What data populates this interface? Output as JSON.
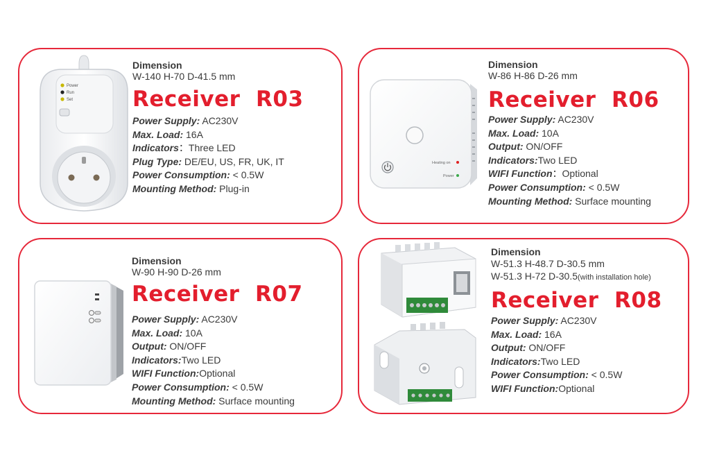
{
  "cards": [
    {
      "dimension_label": "Dimension",
      "dimension_lines": [
        "W-140 H-70 D-41.5 mm"
      ],
      "title": "Receiver  R03",
      "specs": [
        {
          "k": "Power Supply:",
          "v": " AC230V"
        },
        {
          "k": "Max. Load:",
          "v": " 16A"
        },
        {
          "k": "Indicators",
          "v": "：Three LED"
        },
        {
          "k": "Plug Type:",
          "v": " DE/EU, US, FR, UK, IT"
        },
        {
          "k": "Power Consumption:",
          "v": " < 0.5W"
        },
        {
          "k": "Mounting Method:",
          "v": " Plug-in"
        }
      ],
      "led_labels": [
        "Power",
        "Run",
        "Set"
      ]
    },
    {
      "dimension_label": "Dimension",
      "dimension_lines": [
        "W-86 H-86 D-26 mm"
      ],
      "title": "Receiver  R06",
      "specs": [
        {
          "k": "Power Supply:",
          "v": " AC230V"
        },
        {
          "k": "Max. Load:",
          "v": " 10A"
        },
        {
          "k": "Output:",
          "v": " ON/OFF"
        },
        {
          "k": "Indicators:",
          "v": "Two LED"
        },
        {
          "k": "WIFI Function",
          "v": "：Optional"
        },
        {
          "k": "Power Consumption:",
          "v": " < 0.5W"
        },
        {
          "k": "Mounting Method:",
          "v": " Surface mounting"
        }
      ],
      "led_labels": [
        "Heating on",
        "Power"
      ]
    },
    {
      "dimension_label": "Dimension",
      "dimension_lines": [
        "W-90 H-90 D-26 mm"
      ],
      "title": "Receiver  R07",
      "specs": [
        {
          "k": "Power Supply:",
          "v": " AC230V"
        },
        {
          "k": "Max. Load:",
          "v": " 10A"
        },
        {
          "k": "Output:",
          "v": " ON/OFF"
        },
        {
          "k": "Indicators:",
          "v": "Two LED"
        },
        {
          "k": "WIFI Function:",
          "v": "Optional"
        },
        {
          "k": "Power Consumption:",
          "v": " < 0.5W"
        },
        {
          "k": "Mounting Method:",
          "v": " Surface mounting"
        }
      ]
    },
    {
      "dimension_label": "Dimension",
      "dimension_lines": [
        "W-51.3 H-48.7 D-30.5 mm",
        "W-51.3 H-72 D-30.5"
      ],
      "dimension_note": "(with installation hole)",
      "title": "Receiver  R08",
      "specs": [
        {
          "k": "Power Supply:",
          "v": " AC230V"
        },
        {
          "k": "Max. Load:",
          "v": " 16A"
        },
        {
          "k": "Output:",
          "v": " ON/OFF"
        },
        {
          "k": "Indicators:",
          "v": "Two LED"
        },
        {
          "k": "Power Consumption:",
          "v": " < 0.5W"
        },
        {
          "k": "WIFI Function:",
          "v": "Optional"
        }
      ]
    }
  ]
}
